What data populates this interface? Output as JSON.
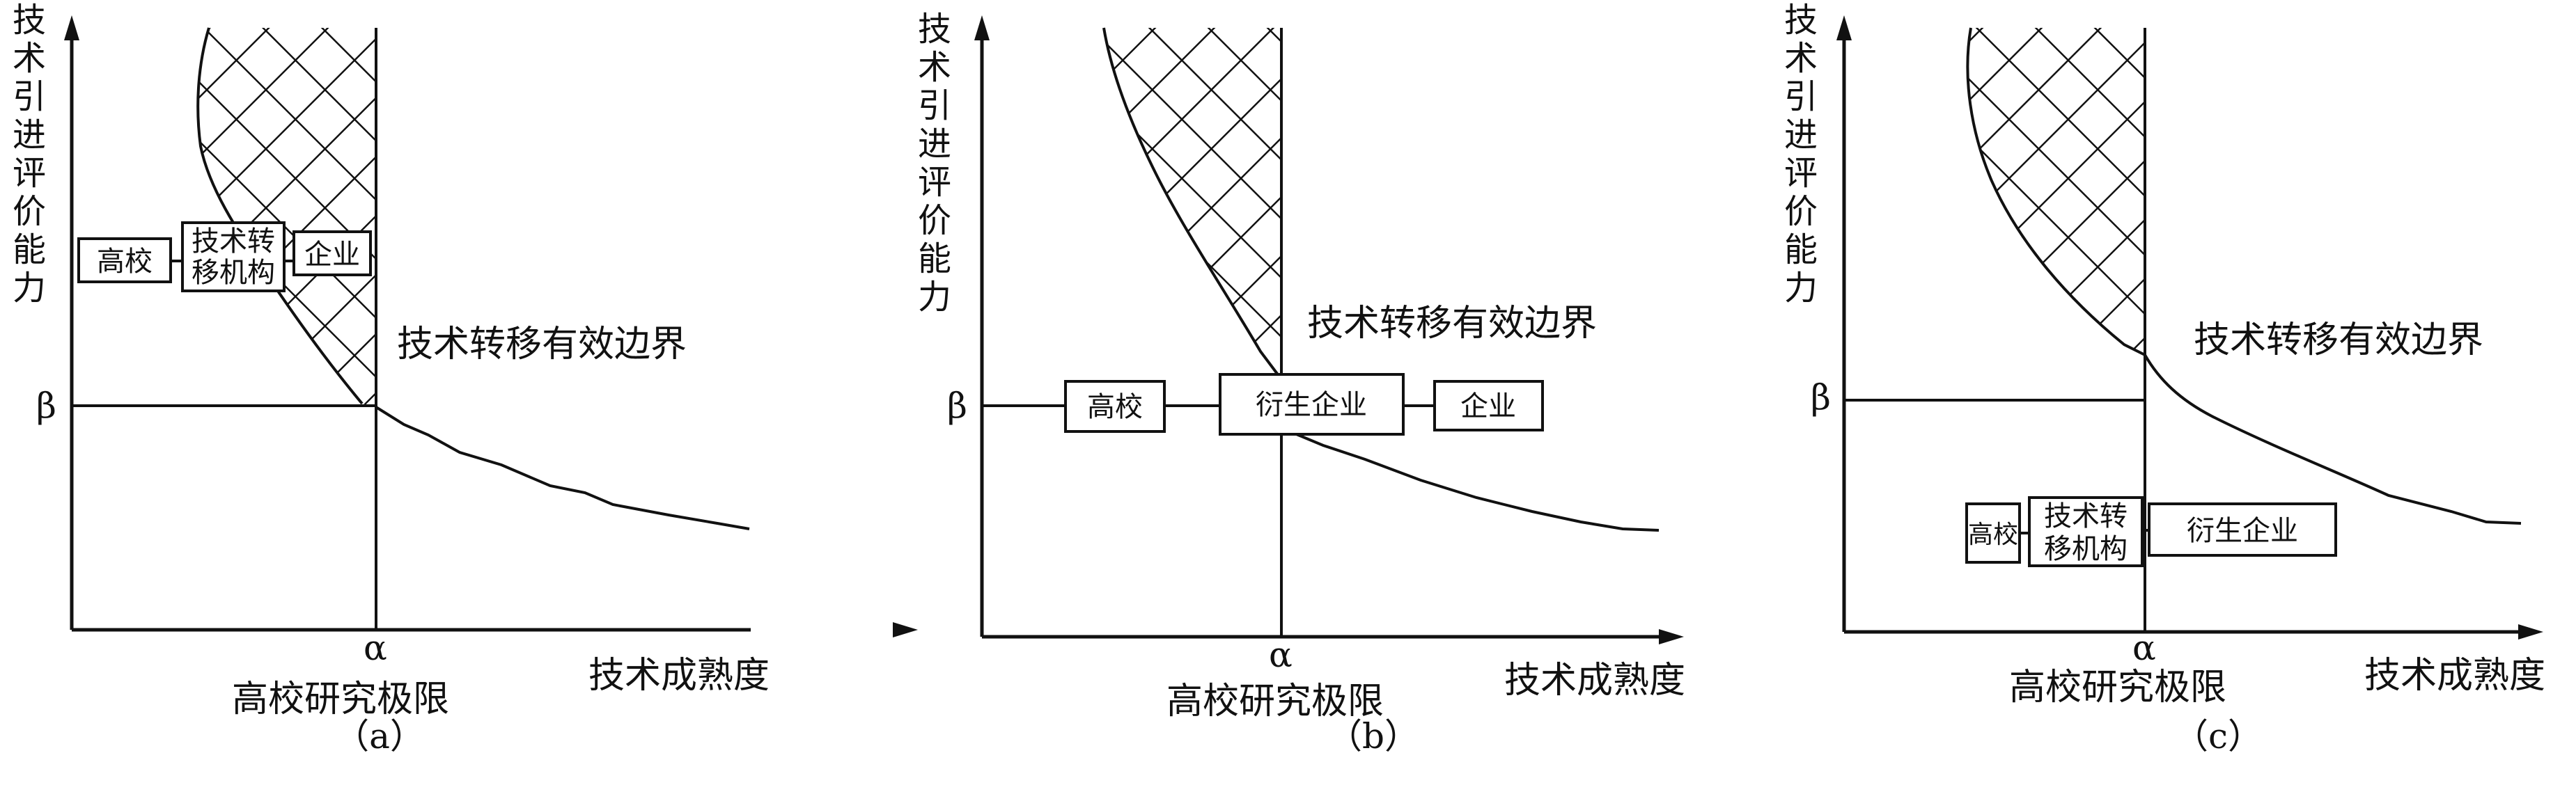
{
  "panels": [
    {
      "y_label_chars": [
        "技",
        "术",
        "引",
        "进",
        "评",
        "价",
        "能",
        "力"
      ],
      "boundary_label": "技术转移有效边界",
      "beta": "β",
      "alpha": "α",
      "x_limit_label": "高校研究极限",
      "x_axis_label": "技术成熟度",
      "caption": "（a）",
      "boxes": [
        {
          "lines": [
            "高校"
          ]
        },
        {
          "lines": [
            "技术转",
            "移机构"
          ]
        },
        {
          "lines": [
            "企业"
          ]
        }
      ]
    },
    {
      "y_label_chars": [
        "技",
        "术",
        "引",
        "进",
        "评",
        "价",
        "能",
        "力"
      ],
      "boundary_label": "技术转移有效边界",
      "beta": "β",
      "alpha": "α",
      "x_limit_label": "高校研究极限",
      "x_axis_label": "技术成熟度",
      "caption": "（b）",
      "boxes": [
        {
          "lines": [
            "高校"
          ]
        },
        {
          "lines": [
            "衍生企业"
          ]
        },
        {
          "lines": [
            "企业"
          ]
        }
      ]
    },
    {
      "y_label_chars": [
        "技",
        "术",
        "引",
        "进",
        "评",
        "价",
        "能",
        "力"
      ],
      "boundary_label": "技术转移有效边界",
      "beta": "β",
      "alpha": "α",
      "x_limit_label": "高校研究极限",
      "x_axis_label": "技术成熟度",
      "caption": "（c）",
      "boxes": [
        {
          "lines": [
            "高校"
          ]
        },
        {
          "lines": [
            "技术转",
            "移机构"
          ]
        },
        {
          "lines": [
            "衍生企业"
          ]
        }
      ]
    }
  ]
}
